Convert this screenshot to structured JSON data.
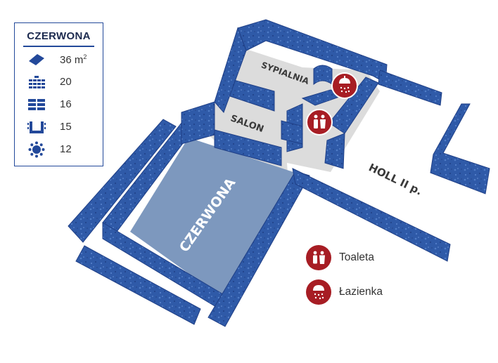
{
  "info_panel": {
    "title": "CZERWONA",
    "rows": [
      {
        "icon": "area-icon",
        "value": "36 m",
        "unit_sup": "2"
      },
      {
        "icon": "theatre-seating-icon",
        "value": "20"
      },
      {
        "icon": "classroom-seating-icon",
        "value": "16"
      },
      {
        "icon": "u-shape-seating-icon",
        "value": "15"
      },
      {
        "icon": "banquet-seating-icon",
        "value": "12"
      }
    ]
  },
  "rooms": {
    "main": "CZERWONA",
    "salon": "SALON",
    "bedroom": "SYPIALNIA",
    "hall": "HOLL II p."
  },
  "legend": [
    {
      "icon": "toilet-icon",
      "label": "Toaleta"
    },
    {
      "icon": "shower-icon",
      "label": "Łazienka"
    }
  ],
  "colors": {
    "wall": "#2f5aa8",
    "wall_dark": "#1f3f86",
    "floor_main": "#7d98be",
    "floor_grey": "#dcdcdc",
    "accent": "#a71d24",
    "frame": "#23499a"
  }
}
